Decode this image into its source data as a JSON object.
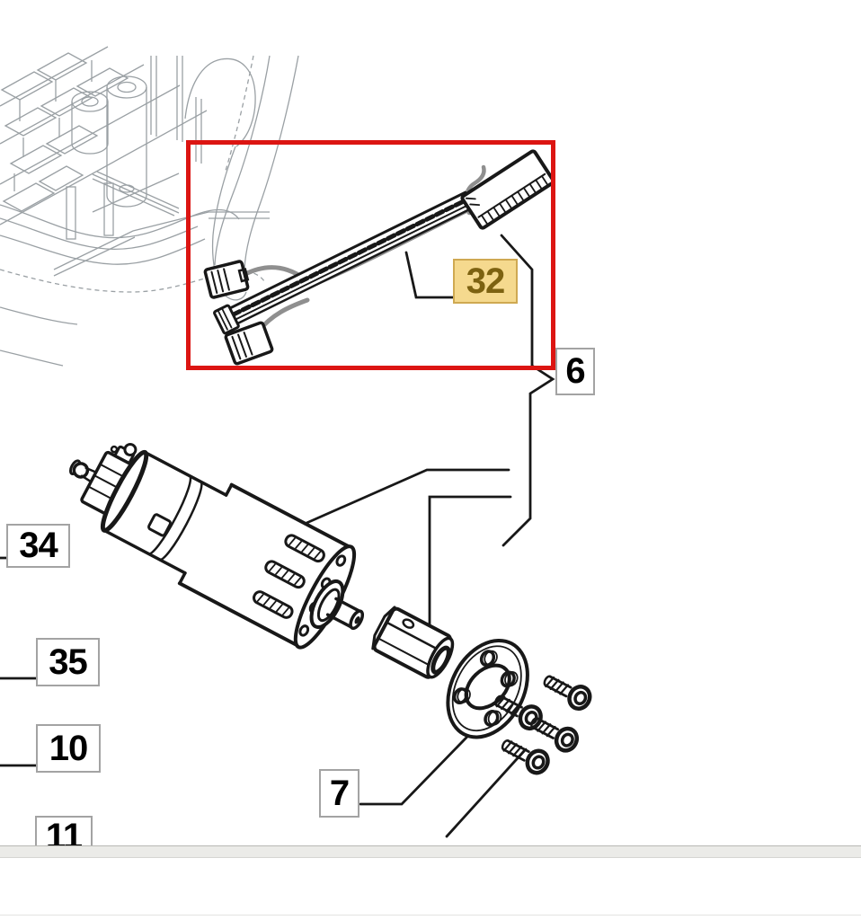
{
  "diagram": {
    "kind": "exploded-parts-drawing",
    "highlighted_part": "32"
  },
  "callouts": {
    "highlighted": {
      "label": "32"
    },
    "assembly": {
      "label": "6"
    },
    "fastener_group": {
      "label": "7"
    },
    "left_column": [
      {
        "label": "34"
      },
      {
        "label": "35"
      },
      {
        "label": "10"
      },
      {
        "label": "11"
      }
    ]
  },
  "colors": {
    "canvas_background": "#ffffff",
    "highlight_border": "#dc1512",
    "highlight_label_background": "#f5d98e",
    "highlight_label_border": "#cfa952",
    "highlight_label_text": "#7d6211",
    "callout_background": "#ffffff",
    "callout_border": "#a3a3a3",
    "callout_text": "#000000",
    "drawing_ink": "#181818",
    "sketch_line": "#9aa0a4",
    "wire_shade": "#8f8f8f",
    "separator_bar": "#ebebe8"
  }
}
